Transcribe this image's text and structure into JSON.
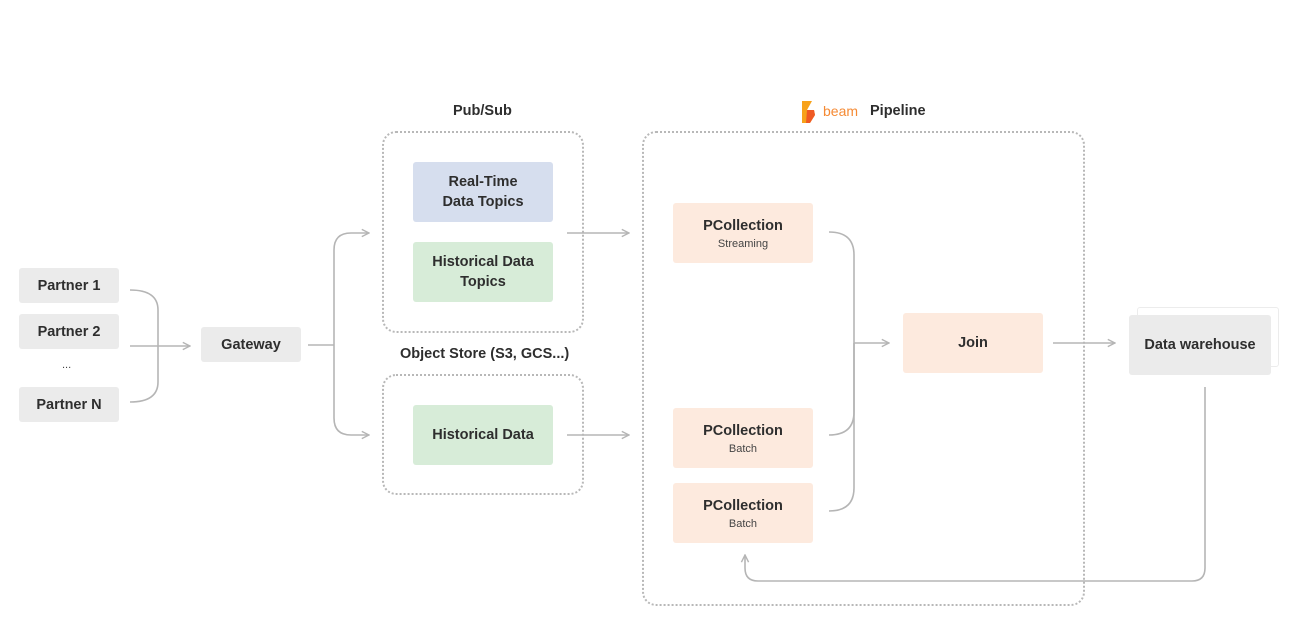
{
  "sources": {
    "partner1": "Partner 1",
    "partner2": "Partner 2",
    "ellipsis": "...",
    "partnerN": "Partner N"
  },
  "gateway": "Gateway",
  "pubsub": {
    "title": "Pub/Sub",
    "realtime": "Real-Time\nData Topics",
    "historical_topics": "Historical Data\nTopics"
  },
  "object_store": {
    "title": "Object Store (S3,  GCS...)",
    "historical_data": "Historical Data"
  },
  "pipeline": {
    "logo_text": "beam",
    "title": "Pipeline",
    "pc_streaming": {
      "title": "PCollection",
      "sub": "Streaming"
    },
    "pc_batch_1": {
      "title": "PCollection",
      "sub": "Batch"
    },
    "pc_batch_2": {
      "title": "PCollection",
      "sub": "Batch"
    },
    "join": "Join"
  },
  "warehouse": "Data warehouse",
  "colors": {
    "gray_box": "#ebebeb",
    "blue_box": "#d6deee",
    "green_box": "#d7ecd8",
    "peach_box": "#fdeade",
    "connector": "#b5b5b5",
    "beam_orange": "#f58a34"
  },
  "icons": {
    "logo": "beam-logo-icon"
  }
}
